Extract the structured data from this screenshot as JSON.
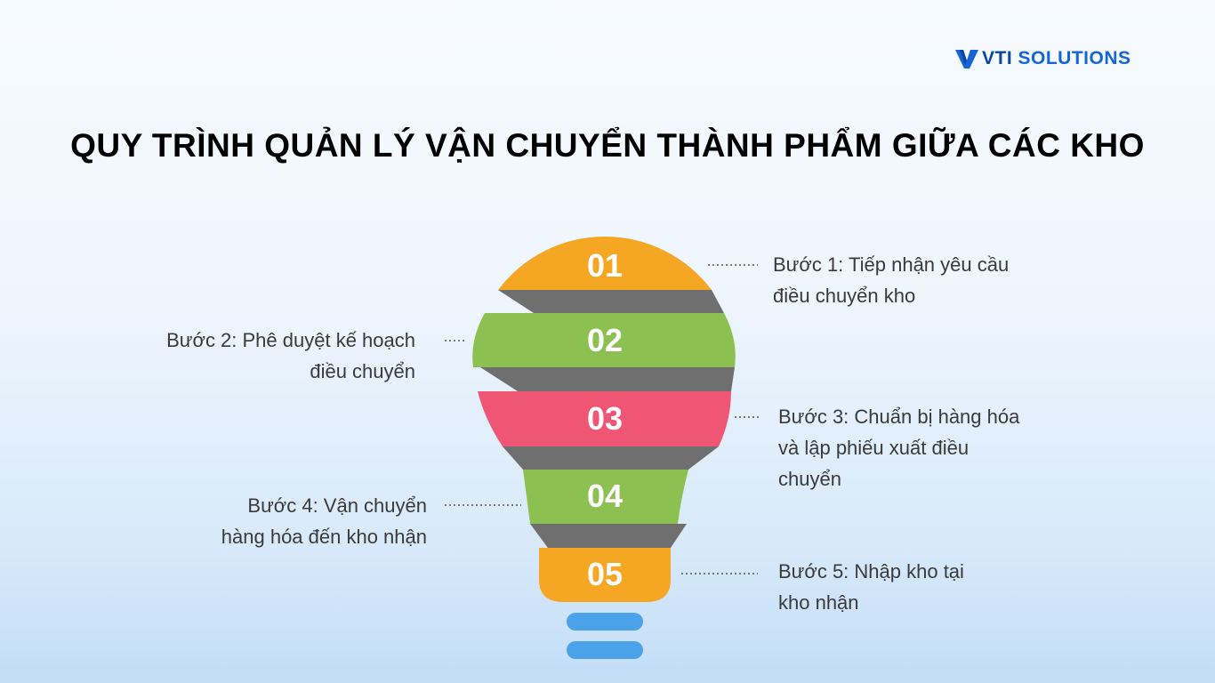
{
  "brand": {
    "logo_text_bold": "VTI",
    "logo_text": "SOLUTIONS"
  },
  "title": "QUY TRÌNH QUẢN LÝ VẬN CHUYỂN THÀNH PHẨM GIỮA CÁC KHO",
  "steps": [
    {
      "number": "01",
      "color": "#f5a623",
      "lines": [
        "Bước 1: Tiếp nhận yêu cầu",
        "điều chuyển kho"
      ]
    },
    {
      "number": "02",
      "color": "#8cc152",
      "lines": [
        "Bước 2: Phê duyệt kế hoạch",
        "điều chuyển"
      ]
    },
    {
      "number": "03",
      "color": "#ee5674",
      "lines": [
        "Bước 3: Chuẩn bị hàng hóa",
        "và lập phiếu xuất điều",
        "chuyển"
      ]
    },
    {
      "number": "04",
      "color": "#8cc152",
      "lines": [
        "Bước 4: Vận chuyển",
        "hàng hóa đến kho nhận"
      ]
    },
    {
      "number": "05",
      "color": "#f5a623",
      "lines": [
        "Bước 5: Nhập kho tại",
        "kho nhận"
      ]
    }
  ],
  "colors": {
    "connector": "#6f6f6f",
    "base": "#4aa3e8"
  }
}
